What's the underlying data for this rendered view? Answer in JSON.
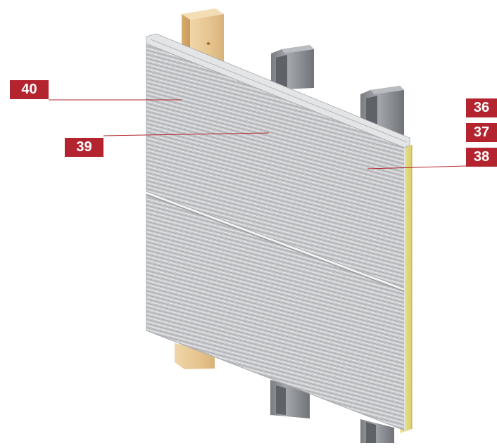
{
  "callouts": {
    "c36": "36",
    "c37": "37",
    "c38": "38",
    "c39": "39",
    "c40": "40"
  },
  "colors": {
    "callout_bg": "#b3242f",
    "callout_text": "#ffffff",
    "leader_line": "#b3242f",
    "panel_face": "#c9cbce",
    "timber": "#e7c796",
    "steel": "#8f9296",
    "insulation_core": "#e9e28a"
  },
  "icons": {
    "timber_post": "timber-post-icon",
    "steel_section": "steel-section-icon",
    "sandwich_panel": "sandwich-panel-icon"
  }
}
